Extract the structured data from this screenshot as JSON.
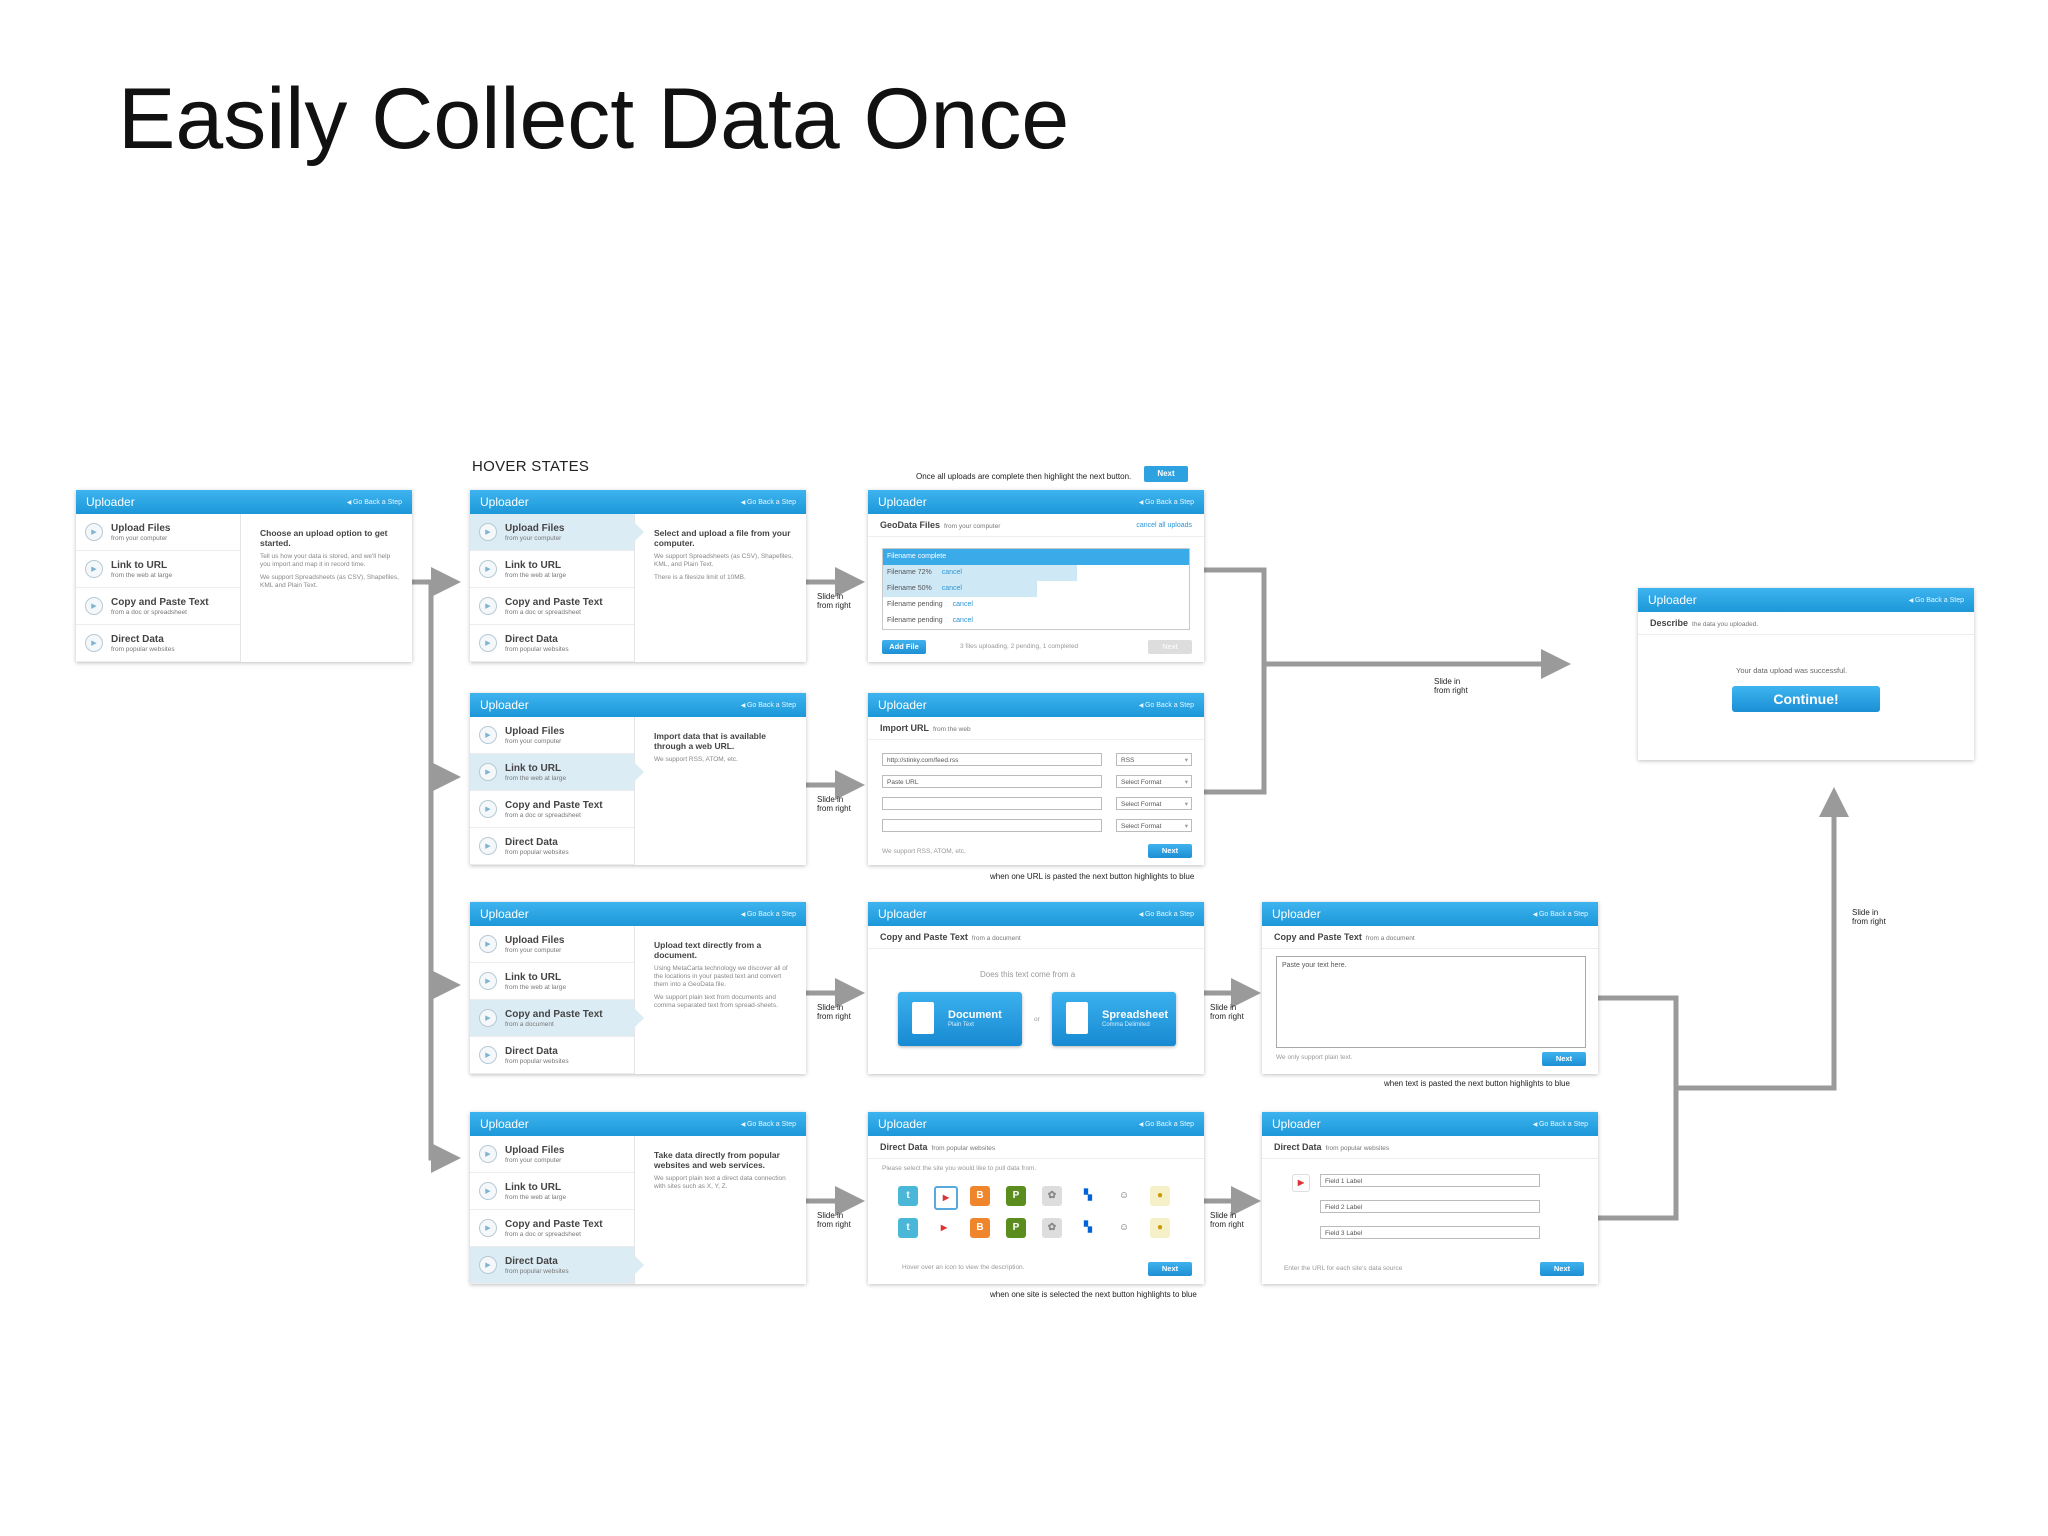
{
  "slide": {
    "title": "Easily Collect Data Once",
    "hover_label": "HOVER STATES"
  },
  "common": {
    "uploader": "Uploader",
    "back": "Go Back a Step",
    "next": "Next"
  },
  "menu": [
    {
      "title": "Upload Files",
      "sub": "from your computer"
    },
    {
      "title": "Link to URL",
      "sub": "from the web at large"
    },
    {
      "title": "Copy and Paste Text",
      "sub": "from a doc or spreadsheet"
    },
    {
      "title": "Direct Data",
      "sub": "from popular websites"
    }
  ],
  "menu_alt_copy_sub": "from a document",
  "intro": {
    "title": "Choose an upload option to get started.",
    "body1": "Tell us how your data is stored, and we'll help you import and map it in record time.",
    "body2": "We support Spreadsheets (as CSV), Shapefiles, KML and Plain Text."
  },
  "hover_files": {
    "title": "Select and upload a file from your computer.",
    "body1": "We support Spreadsheets (as CSV), Shapefiles, KML, and Plain Text.",
    "body2": "There is a filesize limit of 10MB."
  },
  "hover_url": {
    "title": "Import data that is available through a web URL.",
    "body1": "We support RSS, ATOM, etc."
  },
  "hover_copy": {
    "title": "Upload text directly from a document.",
    "body1": "Using MetaCarta technology we discover all of the locations in your pasted text and convert them into a GeoData file.",
    "body2": "We support plain text from documents and comma separated text from spread-sheets."
  },
  "hover_direct": {
    "title": "Take data directly from popular websites and web services.",
    "body1": "We support plain text a direct data connection with sites such as X, Y, Z."
  },
  "geodata": {
    "head": "GeoData Files",
    "head_sub": "from your computer",
    "cancel_all": "cancel all uploads",
    "files": [
      {
        "name": "Filename complete",
        "cancel": ""
      },
      {
        "name": "Filename 72%",
        "cancel": "cancel"
      },
      {
        "name": "Filename 50%",
        "cancel": "cancel"
      },
      {
        "name": "Filename pending",
        "cancel": "cancel"
      },
      {
        "name": "Filename pending",
        "cancel": "cancel"
      }
    ],
    "add_file": "Add File",
    "status": "3 files uploading, 2 pending, 1 completed"
  },
  "import_url": {
    "head": "Import URL",
    "head_sub": "from the web",
    "url1": "http://stinky.com/feed.rss",
    "url2": "Paste URL",
    "fmt1": "RSS",
    "fmt_default": "Select Format",
    "hint": "We support RSS, ATOM, etc."
  },
  "copy_paste": {
    "head": "Copy and Paste Text",
    "head_sub": "from a document",
    "question": "Does this text come from a",
    "doc_title": "Document",
    "doc_sub": "Plain Text",
    "or": "or",
    "sheet_title": "Spreadsheet",
    "sheet_sub": "Comma Delimited",
    "placeholder": "Paste your text here.",
    "hint": "We only support plain text."
  },
  "direct_data": {
    "head": "Direct Data",
    "head_sub": "from popular websites",
    "instructions": "Please select the site you would like to pull data from.",
    "hover_hint": "Hover over an icon to view the description.",
    "fields": [
      "Field 1 Label",
      "Field 2 Label",
      "Field 3 Label"
    ],
    "field_hint": "Enter the URL for each site's data source"
  },
  "describe": {
    "head": "Describe",
    "head_sub": "the data you uploaded.",
    "success": "Your data upload was successful.",
    "continue": "Continue!"
  },
  "notes": {
    "top": "Once all uploads are complete then highlight the next button.",
    "url": "when one URL is pasted the next button highlights to blue",
    "text": "when text is pasted the next button highlights to blue",
    "site": "when one site is selected the next button highlights to blue",
    "slide": "Slide in from right"
  },
  "colors": {
    "accent": "#1c97d8",
    "arrow": "#9a9a9a"
  }
}
